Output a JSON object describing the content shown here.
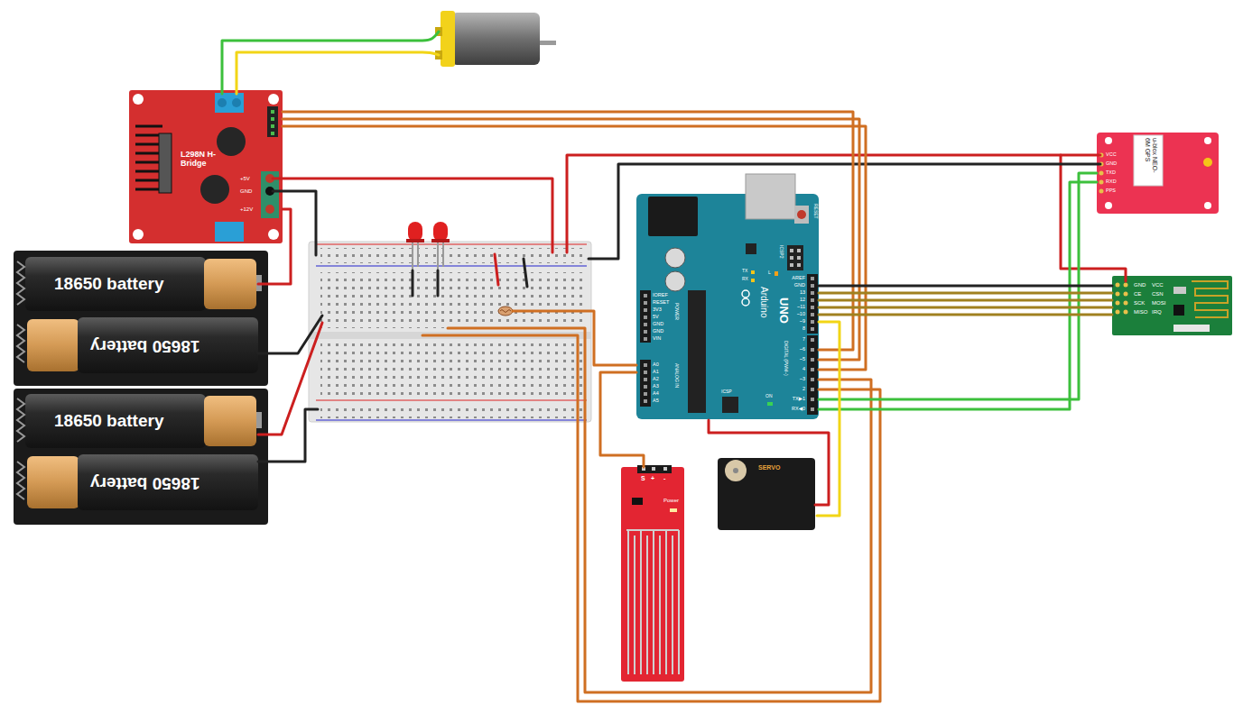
{
  "diagram": {
    "nodes": [
      {
        "text": [
          "L298N H-Bridge"
        ]
      },
      {
        "text": [
          "u-blox NEO-6M GPS"
        ]
      },
      {
        "text": [
          "Arduino",
          "UNO"
        ]
      },
      {
        "text": [
          "18650 battery"
        ]
      },
      {
        "text": [
          "GND",
          "VCC",
          "CE",
          "CSN",
          "SCK",
          "MOSI",
          "MISO",
          "IRQ"
        ]
      },
      {
        "text": [
          "18650 battery"
        ]
      },
      {
        "text": [
          "18650 battery"
        ]
      },
      {
        "text": [
          "18650 battery"
        ]
      },
      {
        "text": [
          "SERVO"
        ]
      },
      {
        "text": [
          "Power"
        ]
      }
    ],
    "edges": [
      {
        "from": 0,
        "to": 2,
        "arrow": "none"
      },
      {
        "from": 0,
        "to": 2,
        "arrow": "none"
      },
      {
        "from": 0,
        "to": 2,
        "arrow": "none"
      },
      {
        "from": 0,
        "to": 3,
        "arrow": "none"
      },
      {
        "from": 1,
        "to": 2,
        "arrow": "none"
      },
      {
        "from": 1,
        "to": 2,
        "arrow": "none"
      },
      {
        "from": 4,
        "to": 2,
        "arrow": "none"
      },
      {
        "from": 4,
        "to": 2,
        "arrow": "none"
      },
      {
        "from": 4,
        "to": 2,
        "arrow": "none"
      },
      {
        "from": 4,
        "to": 2,
        "arrow": "none"
      },
      {
        "from": 4,
        "to": 2,
        "arrow": "none"
      },
      {
        "from": 8,
        "to": 2,
        "arrow": "none"
      },
      {
        "from": 9,
        "to": 2,
        "arrow": "none"
      }
    ],
    "labels": [
      "+5V",
      "GND",
      "+12V",
      "VCC",
      "GND",
      "TXD",
      "RXD",
      "PPS",
      "RESET",
      "ICSP2",
      "TX",
      "RX",
      "L",
      "AREF",
      "GND",
      "13",
      "12",
      "~11",
      "~10",
      "~9",
      "8",
      "7",
      "~6",
      "~5",
      "4",
      "~3",
      "2",
      "TX▶1",
      "RX◀0",
      "DIGITAL (PWM~)",
      "ON",
      "ICSP",
      "IOREF",
      "RESET",
      "3V3",
      "5V",
      "GND",
      "GND",
      "VIN",
      "POWER",
      "A0",
      "A1",
      "A2",
      "A3",
      "A4",
      "A5",
      "ANALOG IN",
      "S",
      "+",
      "-"
    ]
  }
}
